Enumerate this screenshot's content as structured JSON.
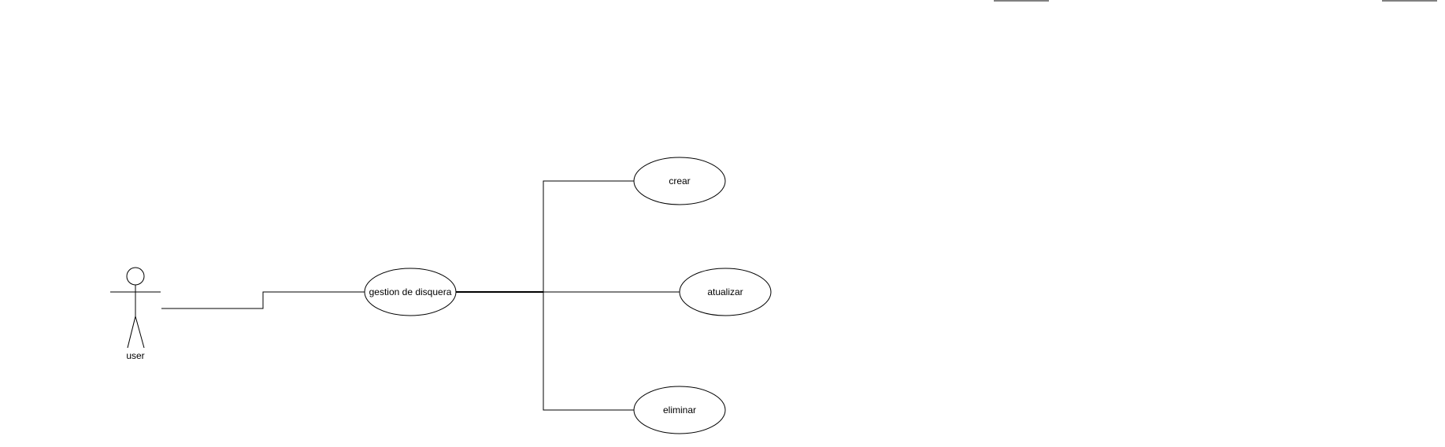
{
  "diagram": {
    "actor": {
      "label": "user"
    },
    "use_cases": {
      "main": "gestion de disquera",
      "create": "crear",
      "update": "atualizar",
      "delete": "eliminar"
    }
  },
  "colors": {
    "stroke": "#000000",
    "fill": "#ffffff"
  }
}
